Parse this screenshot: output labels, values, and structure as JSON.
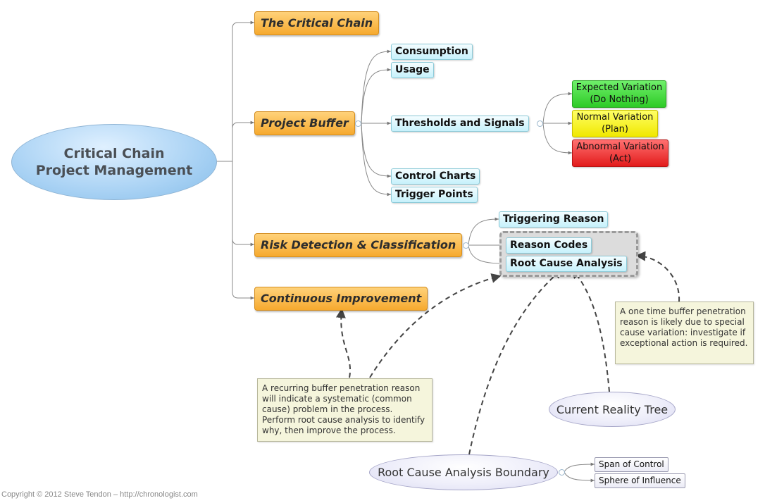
{
  "root": {
    "line1": "Critical Chain",
    "line2": "Project Management"
  },
  "main_topics": {
    "critical_chain": "The Critical Chain",
    "project_buffer": "Project Buffer",
    "risk_detection": "Risk Detection & Classification",
    "continuous_improvement": "Continuous Improvement"
  },
  "buffer_subtopics": {
    "consumption": "Consumption",
    "usage": "Usage",
    "thresholds": "Thresholds and Signals",
    "control_charts": "Control Charts",
    "trigger_points": "Trigger Points"
  },
  "variations": {
    "expected": {
      "line1": "Expected Variation",
      "line2": "(Do Nothing)",
      "color": "#2ecb27"
    },
    "normal": {
      "line1": "Normal Variation",
      "line2": "(Plan)",
      "color": "#f0e800"
    },
    "abnormal": {
      "line1": "Abnormal Variation",
      "line2": "(Act)",
      "color": "#e21b1b"
    }
  },
  "risk_subtopics": {
    "triggering_reason": "Triggering Reason",
    "reason_codes": "Reason Codes",
    "root_cause_analysis": "Root Cause Analysis"
  },
  "notes": {
    "special_cause": "A one time buffer penetration reason is likely due to special cause variation: investigate if exceptional action is required.",
    "common_cause": "A recurring buffer penetration reason will indicate a systematic (common cause) problem in the process. Perform root cause analysis to identify why, then improve the process."
  },
  "floating": {
    "current_reality_tree": "Current Reality Tree",
    "rca_boundary": "Root Cause Analysis Boundary",
    "span_of_control": "Span of Control",
    "sphere_of_influence": "Sphere of Influence"
  },
  "copyright": "Copyright © 2012 Steve Tendon – http://chronologist.com"
}
